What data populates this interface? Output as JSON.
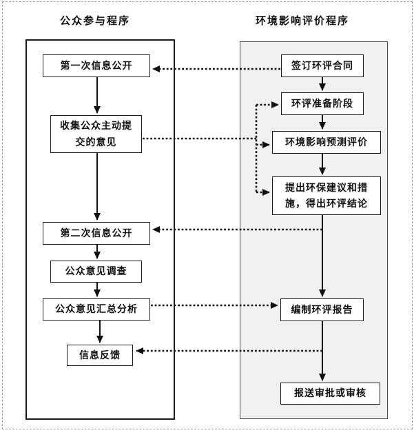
{
  "page": {
    "left_flow": {
      "title": "公众参与程序",
      "boxes": [
        {
          "label": "第一次信息公开"
        },
        {
          "label": "收集公众主动提\n交的意见"
        },
        {
          "label": "第二次信息公开"
        },
        {
          "label": "公众意见调查"
        },
        {
          "label": "公众意见汇总分析"
        },
        {
          "label": "信息反馈"
        }
      ]
    },
    "right_flow": {
      "title": "环境影响评价程序",
      "boxes": [
        {
          "label": "签订环评合同"
        },
        {
          "label": "环评准备阶段"
        },
        {
          "label": "环境影响预测评价"
        },
        {
          "label": "提出环保建议和措\n施，得出环评结论"
        },
        {
          "label": "编制环评报告"
        },
        {
          "label": "报送审批或审核"
        }
      ]
    },
    "colors": {
      "panel_fill": "#f0f0f0",
      "line": "#111111"
    }
  }
}
